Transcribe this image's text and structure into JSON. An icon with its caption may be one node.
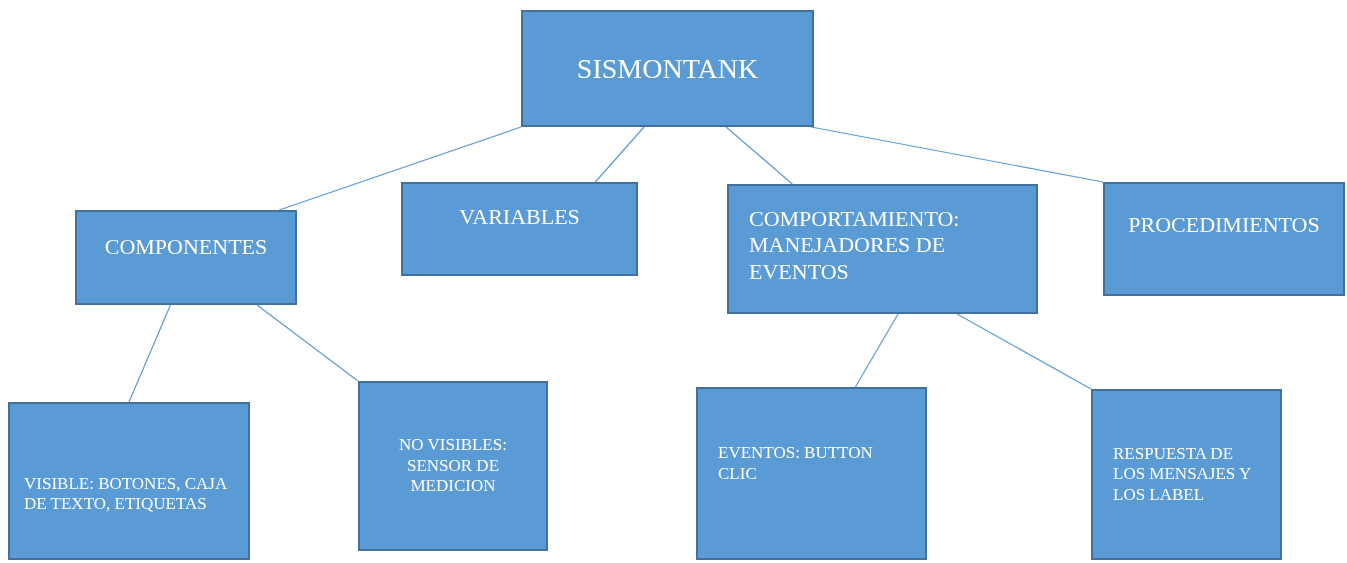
{
  "diagram": {
    "nodes": [
      {
        "text": [
          "SISMONTANK"
        ]
      },
      {
        "text": [
          "COMPONENTES"
        ]
      },
      {
        "text": [
          "VARIABLES"
        ]
      },
      {
        "text": [
          "COMPORTAMIENTO: MANEJADORES DE EVENTOS"
        ]
      },
      {
        "text": [
          "PROCEDIMIENTOS"
        ]
      },
      {
        "text": [
          "VISIBLE: BOTONES, CAJA DE TEXTO, ETIQUETAS"
        ]
      },
      {
        "text": [
          "NO VISIBLES: SENSOR DE MEDICION"
        ]
      },
      {
        "text": [
          "EVENTOS: BUTTON CLIC"
        ]
      },
      {
        "text": [
          "RESPUESTA DE LOS MENSAJES Y LOS LABEL"
        ]
      }
    ],
    "edges": [
      {
        "from": 0,
        "to": 1,
        "arrow": "none"
      },
      {
        "from": 0,
        "to": 2,
        "arrow": "none"
      },
      {
        "from": 0,
        "to": 3,
        "arrow": "none"
      },
      {
        "from": 0,
        "to": 4,
        "arrow": "none"
      },
      {
        "from": 1,
        "to": 5,
        "arrow": "none"
      },
      {
        "from": 1,
        "to": 6,
        "arrow": "none"
      },
      {
        "from": 3,
        "to": 7,
        "arrow": "none"
      },
      {
        "from": 3,
        "to": 8,
        "arrow": "none"
      }
    ]
  }
}
